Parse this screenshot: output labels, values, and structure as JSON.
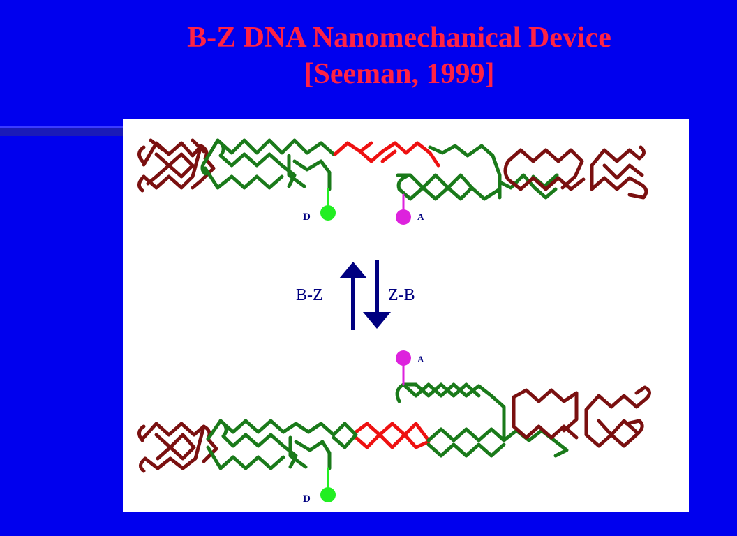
{
  "slide": {
    "title_line1": "B-Z DNA Nanomechanical Device",
    "title_line2": "[Seeman, 1999]"
  },
  "diagram": {
    "top_state": {
      "donor_label": "D",
      "acceptor_label": "A"
    },
    "transition": {
      "forward_label": "B-Z",
      "reverse_label": "Z-B"
    },
    "bottom_state": {
      "donor_label": "D",
      "acceptor_label": "A"
    },
    "colors": {
      "background": "#0000ee",
      "title": "#ff2244",
      "dark_red_strand": "#7a1010",
      "green_strand": "#1a7a1a",
      "red_strand": "#ee1111",
      "donor_dye": "#22ee22",
      "acceptor_dye": "#dd22dd",
      "arrows": "#000080",
      "labels": "#000080"
    }
  }
}
